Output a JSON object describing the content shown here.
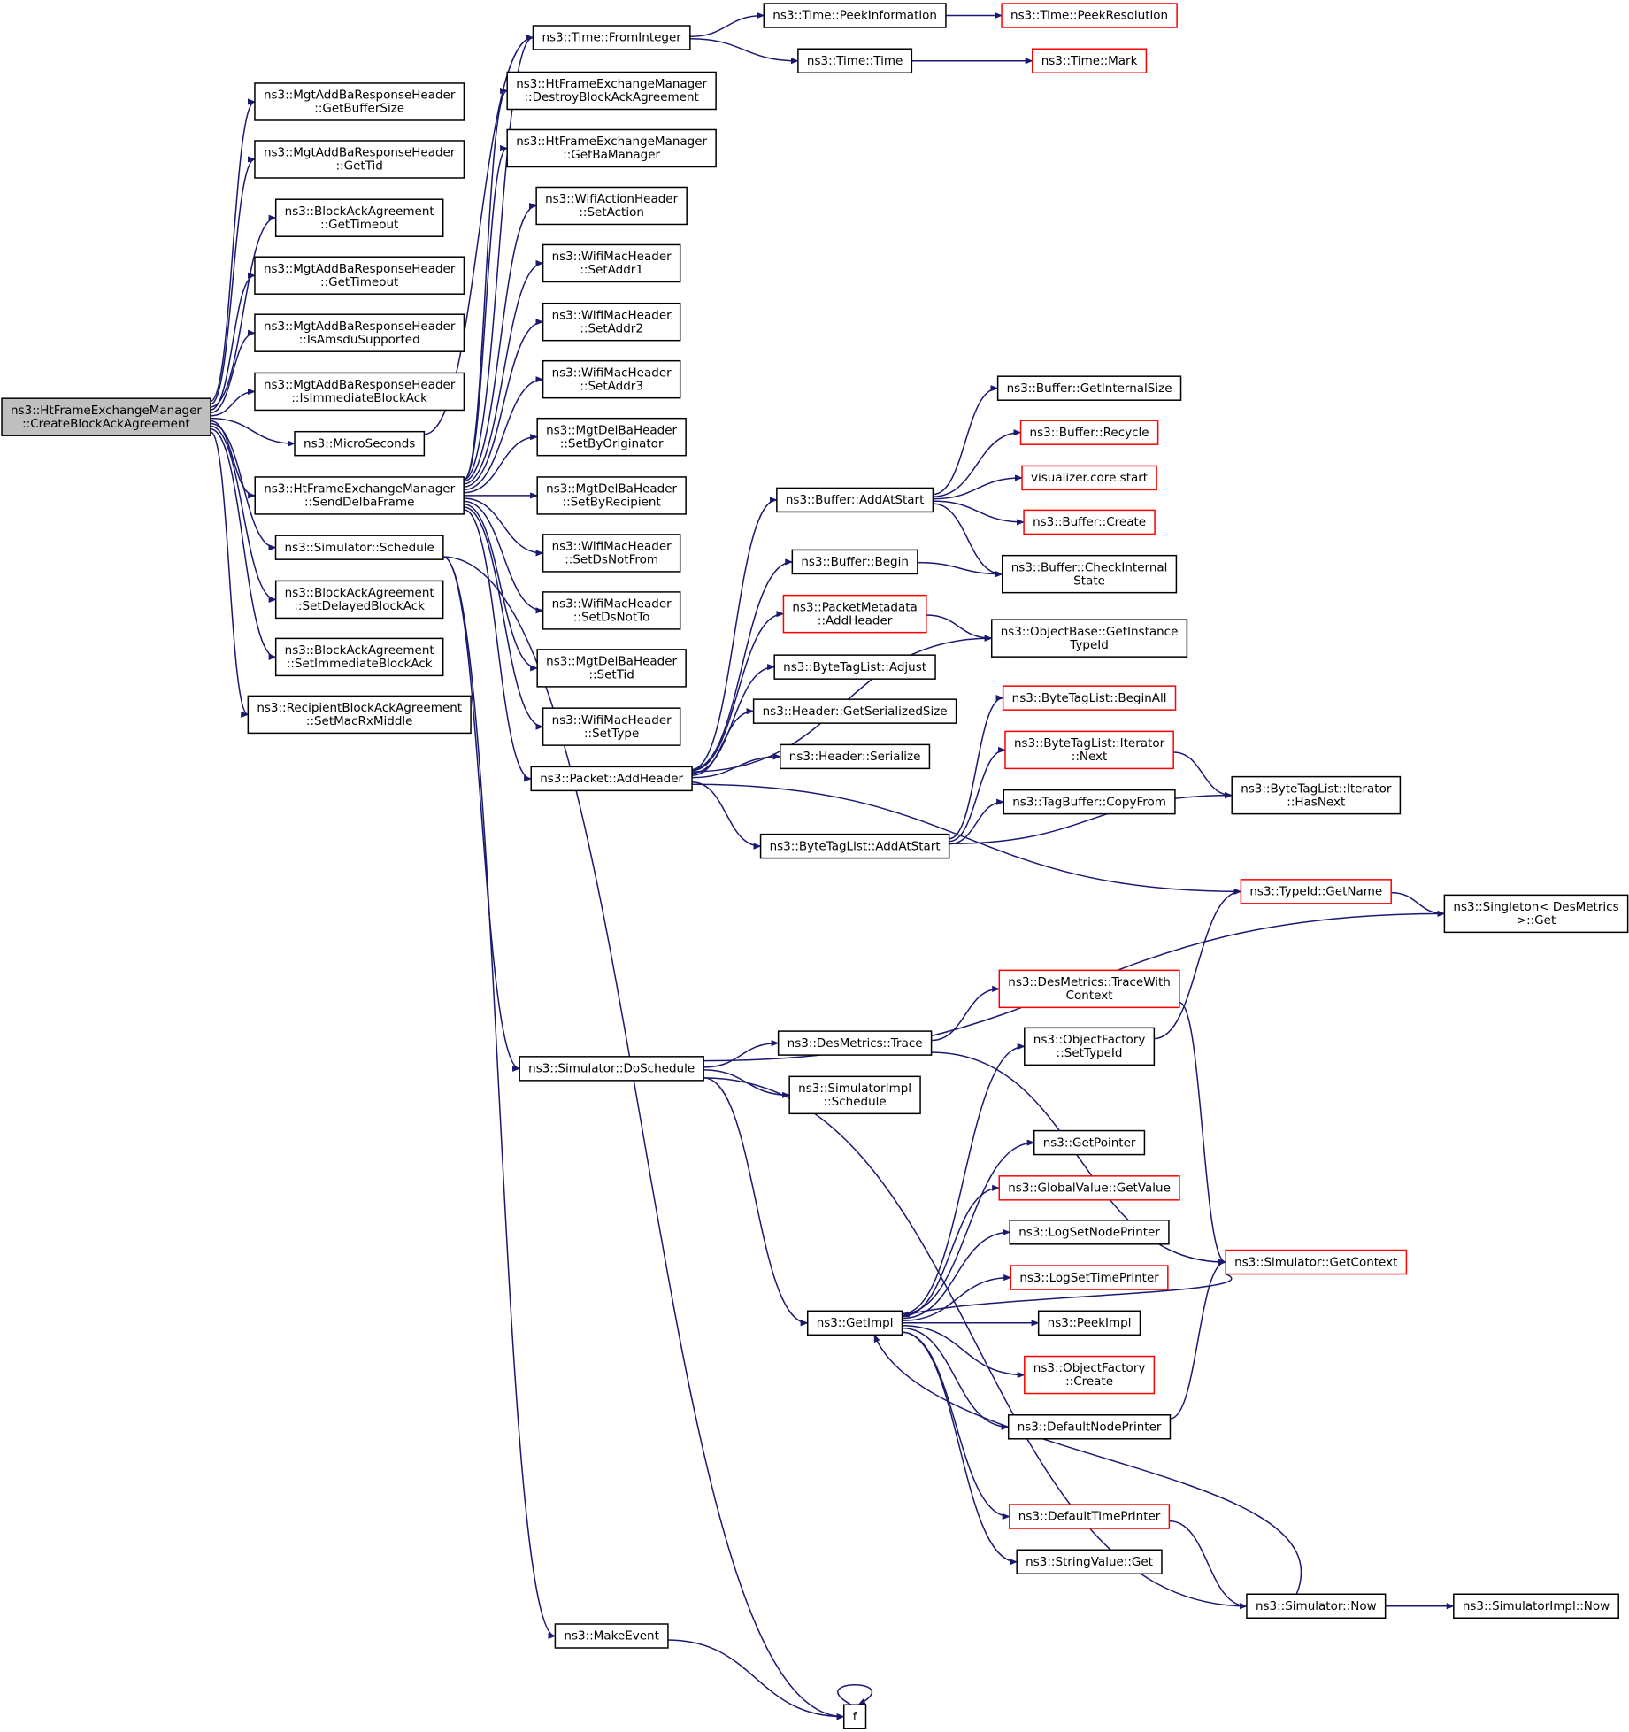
{
  "diagram": {
    "title": "",
    "colors": {
      "edge": "#191970",
      "node_border": "#000000",
      "truncated_border": "#ff0000",
      "root_fill": "#bfbfbf"
    },
    "nodes": [
      {
        "id": "root",
        "lines": [
          "ns3::HtFrameExchangeManager",
          "::CreateBlockAckAgreement"
        ],
        "style": "root"
      },
      {
        "id": "addba_bufsize",
        "lines": [
          "ns3::MgtAddBaResponseHeader",
          "::GetBufferSize"
        ]
      },
      {
        "id": "addba_tid",
        "lines": [
          "ns3::MgtAddBaResponseHeader",
          "::GetTid"
        ]
      },
      {
        "id": "baa_timeout",
        "lines": [
          "ns3::BlockAckAgreement",
          "::GetTimeout"
        ]
      },
      {
        "id": "addba_timeout",
        "lines": [
          "ns3::MgtAddBaResponseHeader",
          "::GetTimeout"
        ]
      },
      {
        "id": "addba_amsdu",
        "lines": [
          "ns3::MgtAddBaResponseHeader",
          "::IsAmsduSupported"
        ]
      },
      {
        "id": "addba_immediate",
        "lines": [
          "ns3::MgtAddBaResponseHeader",
          "::IsImmediateBlockAck"
        ]
      },
      {
        "id": "microseconds",
        "lines": [
          "ns3::MicroSeconds"
        ]
      },
      {
        "id": "senddelba",
        "lines": [
          "ns3::HtFrameExchangeManager",
          "::SendDelbaFrame"
        ]
      },
      {
        "id": "sim_schedule",
        "lines": [
          "ns3::Simulator::Schedule"
        ]
      },
      {
        "id": "baa_setdelayed",
        "lines": [
          "ns3::BlockAckAgreement",
          "::SetDelayedBlockAck"
        ]
      },
      {
        "id": "baa_setimmediate",
        "lines": [
          "ns3::BlockAckAgreement",
          "::SetImmediateBlockAck"
        ]
      },
      {
        "id": "rbaa_setmacrx",
        "lines": [
          "ns3::RecipientBlockAckAgreement",
          "::SetMacRxMiddle"
        ]
      },
      {
        "id": "time_frominteger",
        "lines": [
          "ns3::Time::FromInteger"
        ]
      },
      {
        "id": "htfem_destroy",
        "lines": [
          "ns3::HtFrameExchangeManager",
          "::DestroyBlockAckAgreement"
        ]
      },
      {
        "id": "htfem_getbam",
        "lines": [
          "ns3::HtFrameExchangeManager",
          "::GetBaManager"
        ]
      },
      {
        "id": "wah_setaction",
        "lines": [
          "ns3::WifiActionHeader",
          "::SetAction"
        ]
      },
      {
        "id": "wmh_setaddr1",
        "lines": [
          "ns3::WifiMacHeader",
          "::SetAddr1"
        ]
      },
      {
        "id": "wmh_setaddr2",
        "lines": [
          "ns3::WifiMacHeader",
          "::SetAddr2"
        ]
      },
      {
        "id": "wmh_setaddr3",
        "lines": [
          "ns3::WifiMacHeader",
          "::SetAddr3"
        ]
      },
      {
        "id": "delba_setbyorig",
        "lines": [
          "ns3::MgtDelBaHeader",
          "::SetByOriginator"
        ]
      },
      {
        "id": "delba_setbyrec",
        "lines": [
          "ns3::MgtDelBaHeader",
          "::SetByRecipient"
        ]
      },
      {
        "id": "wmh_setdsnotfrom",
        "lines": [
          "ns3::WifiMacHeader",
          "::SetDsNotFrom"
        ]
      },
      {
        "id": "wmh_setdsnotto",
        "lines": [
          "ns3::WifiMacHeader",
          "::SetDsNotTo"
        ]
      },
      {
        "id": "delba_settid",
        "lines": [
          "ns3::MgtDelBaHeader",
          "::SetTid"
        ]
      },
      {
        "id": "wmh_settype",
        "lines": [
          "ns3::WifiMacHeader",
          "::SetType"
        ]
      },
      {
        "id": "packet_addheader",
        "lines": [
          "ns3::Packet::AddHeader"
        ]
      },
      {
        "id": "sim_doschedule",
        "lines": [
          "ns3::Simulator::DoSchedule"
        ]
      },
      {
        "id": "makeevent",
        "lines": [
          "ns3::MakeEvent"
        ]
      },
      {
        "id": "f",
        "lines": [
          "f"
        ]
      },
      {
        "id": "time_peekinfo",
        "lines": [
          "ns3::Time::PeekInformation"
        ]
      },
      {
        "id": "time_peekres",
        "lines": [
          "ns3::Time::PeekResolution"
        ],
        "style": "trunc"
      },
      {
        "id": "time_time",
        "lines": [
          "ns3::Time::Time"
        ]
      },
      {
        "id": "time_mark",
        "lines": [
          "ns3::Time::Mark"
        ],
        "style": "trunc"
      },
      {
        "id": "buf_addatstart",
        "lines": [
          "ns3::Buffer::AddAtStart"
        ]
      },
      {
        "id": "buf_begin",
        "lines": [
          "ns3::Buffer::Begin"
        ]
      },
      {
        "id": "pm_addheader",
        "lines": [
          "ns3::PacketMetadata",
          "::AddHeader"
        ],
        "style": "trunc"
      },
      {
        "id": "btl_adjust",
        "lines": [
          "ns3::ByteTagList::Adjust"
        ]
      },
      {
        "id": "hdr_getsersize",
        "lines": [
          "ns3::Header::GetSerializedSize"
        ]
      },
      {
        "id": "hdr_serialize",
        "lines": [
          "ns3::Header::Serialize"
        ]
      },
      {
        "id": "btl_addatstart",
        "lines": [
          "ns3::ByteTagList::AddAtStart"
        ]
      },
      {
        "id": "buf_getinternalsize",
        "lines": [
          "ns3::Buffer::GetInternalSize"
        ]
      },
      {
        "id": "buf_recycle",
        "lines": [
          "ns3::Buffer::Recycle"
        ],
        "style": "trunc"
      },
      {
        "id": "viz_start",
        "lines": [
          "visualizer.core.start"
        ],
        "style": "trunc"
      },
      {
        "id": "buf_create",
        "lines": [
          "ns3::Buffer::Create"
        ],
        "style": "trunc"
      },
      {
        "id": "buf_checkinternal",
        "lines": [
          "ns3::Buffer::CheckInternal",
          "State"
        ]
      },
      {
        "id": "ob_getinstancetypeid",
        "lines": [
          "ns3::ObjectBase::GetInstance",
          "TypeId"
        ]
      },
      {
        "id": "btl_beginall",
        "lines": [
          "ns3::ByteTagList::BeginAll"
        ],
        "style": "trunc"
      },
      {
        "id": "btli_next",
        "lines": [
          "ns3::ByteTagList::Iterator",
          "::Next"
        ],
        "style": "trunc"
      },
      {
        "id": "tagbuf_copyfrom",
        "lines": [
          "ns3::TagBuffer::CopyFrom"
        ]
      },
      {
        "id": "btli_hasnext",
        "lines": [
          "ns3::ByteTagList::Iterator",
          "::HasNext"
        ]
      },
      {
        "id": "typeid_getname",
        "lines": [
          "ns3::TypeId::GetName"
        ],
        "style": "trunc"
      },
      {
        "id": "singleton_get",
        "lines": [
          "ns3::Singleton< DesMetrics",
          ">::Get"
        ]
      },
      {
        "id": "dm_tracewithcontext",
        "lines": [
          "ns3::DesMetrics::TraceWith",
          "Context"
        ],
        "style": "trunc"
      },
      {
        "id": "dm_trace",
        "lines": [
          "ns3::DesMetrics::Trace"
        ]
      },
      {
        "id": "of_settypeid",
        "lines": [
          "ns3::ObjectFactory",
          "::SetTypeId"
        ]
      },
      {
        "id": "simimpl_schedule",
        "lines": [
          "ns3::SimulatorImpl",
          "::Schedule"
        ]
      },
      {
        "id": "getpointer",
        "lines": [
          "ns3::GetPointer"
        ]
      },
      {
        "id": "gv_getvalue",
        "lines": [
          "ns3::GlobalValue::GetValue"
        ],
        "style": "trunc"
      },
      {
        "id": "logsetnodeprinter",
        "lines": [
          "ns3::LogSetNodePrinter"
        ]
      },
      {
        "id": "logsettimeprinter",
        "lines": [
          "ns3::LogSetTimePrinter"
        ],
        "style": "trunc"
      },
      {
        "id": "sim_getcontext",
        "lines": [
          "ns3::Simulator::GetContext"
        ],
        "style": "trunc"
      },
      {
        "id": "getimpl",
        "lines": [
          "ns3::GetImpl"
        ]
      },
      {
        "id": "peekimpl",
        "lines": [
          "ns3::PeekImpl"
        ]
      },
      {
        "id": "of_create",
        "lines": [
          "ns3::ObjectFactory",
          "::Create"
        ],
        "style": "trunc"
      },
      {
        "id": "defaultnodeprinter",
        "lines": [
          "ns3::DefaultNodePrinter"
        ]
      },
      {
        "id": "defaulttimeprinter",
        "lines": [
          "ns3::DefaultTimePrinter"
        ],
        "style": "trunc"
      },
      {
        "id": "stringvalue_get",
        "lines": [
          "ns3::StringValue::Get"
        ]
      },
      {
        "id": "sim_now",
        "lines": [
          "ns3::Simulator::Now"
        ]
      },
      {
        "id": "simimpl_now",
        "lines": [
          "ns3::SimulatorImpl::Now"
        ]
      }
    ],
    "edges": [
      [
        "root",
        "addba_bufsize"
      ],
      [
        "root",
        "addba_tid"
      ],
      [
        "root",
        "baa_timeout"
      ],
      [
        "root",
        "addba_timeout"
      ],
      [
        "root",
        "addba_amsdu"
      ],
      [
        "root",
        "addba_immediate"
      ],
      [
        "root",
        "microseconds"
      ],
      [
        "root",
        "senddelba"
      ],
      [
        "root",
        "sim_schedule"
      ],
      [
        "root",
        "baa_setdelayed"
      ],
      [
        "root",
        "baa_setimmediate"
      ],
      [
        "root",
        "rbaa_setmacrx"
      ],
      [
        "microseconds",
        "time_frominteger"
      ],
      [
        "senddelba",
        "time_frominteger"
      ],
      [
        "senddelba",
        "htfem_destroy"
      ],
      [
        "senddelba",
        "htfem_getbam"
      ],
      [
        "senddelba",
        "wah_setaction"
      ],
      [
        "senddelba",
        "wmh_setaddr1"
      ],
      [
        "senddelba",
        "wmh_setaddr2"
      ],
      [
        "senddelba",
        "wmh_setaddr3"
      ],
      [
        "senddelba",
        "delba_setbyorig"
      ],
      [
        "senddelba",
        "delba_setbyrec"
      ],
      [
        "senddelba",
        "wmh_setdsnotfrom"
      ],
      [
        "senddelba",
        "wmh_setdsnotto"
      ],
      [
        "senddelba",
        "delba_settid"
      ],
      [
        "senddelba",
        "wmh_settype"
      ],
      [
        "senddelba",
        "packet_addheader"
      ],
      [
        "sim_schedule",
        "sim_doschedule"
      ],
      [
        "sim_schedule",
        "makeevent"
      ],
      [
        "sim_schedule",
        "f"
      ],
      [
        "time_frominteger",
        "time_peekinfo"
      ],
      [
        "time_frominteger",
        "time_time"
      ],
      [
        "time_peekinfo",
        "time_peekres"
      ],
      [
        "time_time",
        "time_mark"
      ],
      [
        "packet_addheader",
        "buf_addatstart"
      ],
      [
        "packet_addheader",
        "buf_begin"
      ],
      [
        "packet_addheader",
        "pm_addheader"
      ],
      [
        "packet_addheader",
        "btl_adjust"
      ],
      [
        "packet_addheader",
        "hdr_getsersize"
      ],
      [
        "packet_addheader",
        "hdr_serialize"
      ],
      [
        "packet_addheader",
        "btl_addatstart"
      ],
      [
        "packet_addheader",
        "ob_getinstancetypeid"
      ],
      [
        "packet_addheader",
        "typeid_getname"
      ],
      [
        "buf_addatstart",
        "buf_getinternalsize"
      ],
      [
        "buf_addatstart",
        "buf_recycle"
      ],
      [
        "buf_addatstart",
        "viz_start"
      ],
      [
        "buf_addatstart",
        "buf_create"
      ],
      [
        "buf_addatstart",
        "buf_checkinternal"
      ],
      [
        "buf_begin",
        "buf_checkinternal"
      ],
      [
        "pm_addheader",
        "ob_getinstancetypeid"
      ],
      [
        "btl_addatstart",
        "btl_beginall"
      ],
      [
        "btl_addatstart",
        "btli_next"
      ],
      [
        "btl_addatstart",
        "tagbuf_copyfrom"
      ],
      [
        "btl_addatstart",
        "btli_hasnext"
      ],
      [
        "btli_next",
        "btli_hasnext"
      ],
      [
        "typeid_getname",
        "singleton_get"
      ],
      [
        "sim_doschedule",
        "singleton_get"
      ],
      [
        "sim_doschedule",
        "dm_trace"
      ],
      [
        "sim_doschedule",
        "simimpl_schedule"
      ],
      [
        "sim_doschedule",
        "getimpl"
      ],
      [
        "sim_doschedule",
        "sim_now"
      ],
      [
        "dm_trace",
        "dm_tracewithcontext"
      ],
      [
        "dm_trace",
        "sim_getcontext"
      ],
      [
        "dm_tracewithcontext",
        "sim_getcontext"
      ],
      [
        "of_settypeid",
        "typeid_getname"
      ],
      [
        "getimpl",
        "of_settypeid"
      ],
      [
        "getimpl",
        "getpointer"
      ],
      [
        "getimpl",
        "gv_getvalue"
      ],
      [
        "getimpl",
        "logsetnodeprinter"
      ],
      [
        "getimpl",
        "logsettimeprinter"
      ],
      [
        "getimpl",
        "peekimpl"
      ],
      [
        "getimpl",
        "of_create"
      ],
      [
        "getimpl",
        "defaultnodeprinter"
      ],
      [
        "getimpl",
        "defaulttimeprinter"
      ],
      [
        "getimpl",
        "stringvalue_get"
      ],
      [
        "defaultnodeprinter",
        "sim_getcontext"
      ],
      [
        "sim_getcontext",
        "getimpl"
      ],
      [
        "defaulttimeprinter",
        "sim_now"
      ],
      [
        "sim_now",
        "getimpl"
      ],
      [
        "sim_now",
        "simimpl_now"
      ],
      [
        "makeevent",
        "f"
      ],
      [
        "f",
        "f"
      ]
    ]
  }
}
